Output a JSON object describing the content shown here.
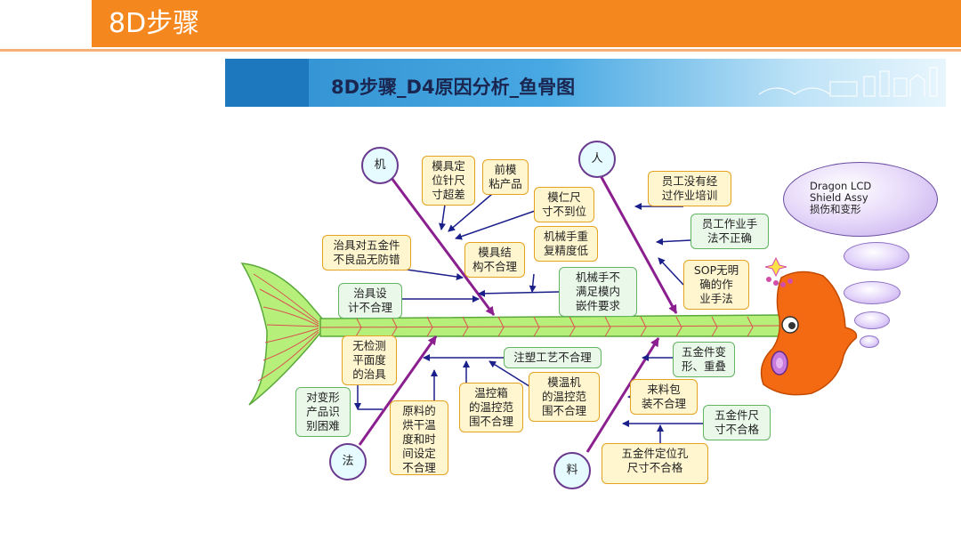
{
  "slide_title": "8D步骤",
  "banner_title": "8D步骤_D4原因分析_鱼骨图",
  "effect_bubble": {
    "line1": "Dragon LCD",
    "line2": "Shield Assy",
    "line3": "损伤和变形"
  },
  "categories": {
    "machine": "机",
    "man": "人",
    "method": "法",
    "material": "料"
  },
  "causes": {
    "c1": "模具定\n位针尺\n寸超差",
    "c2": "前模\n粘产品",
    "c3": "模仁尺\n寸不到位",
    "c4": "治具对五金件\n不良品无防错",
    "c5": "模具结\n构不合理",
    "c6": "机械手重\n复精度低",
    "c7": "治具设\n计不合理",
    "c8": "机械手不\n满足模内\n嵌件要求",
    "c9": "员工没有经\n过作业培训",
    "c10": "员工作业手\n法不正确",
    "c11": "SOP无明\n确的作\n业手法",
    "c12": "无检测\n平面度\n的治具",
    "c13": "注塑工艺不合理",
    "c14": "五金件变\n形、重叠",
    "c15": "对变形\n产品识\n别困难",
    "c16": "温控箱\n的温控范\n围不合理",
    "c17": "模温机\n的温控范\n围不合理",
    "c18": "来料包\n装不合理",
    "c19": "原料的\n烘干温\n度和时\n间设定\n不合理",
    "c20": "五金件尺\n寸不合格",
    "c21": "五金件定位孔\n尺寸不合格"
  },
  "colors": {
    "header": "#f5871f",
    "fish_body": "#b6f07a",
    "fish_head": "#f46a12",
    "category_line": "#8b1f8f",
    "arrow": "#1b1f8a"
  }
}
